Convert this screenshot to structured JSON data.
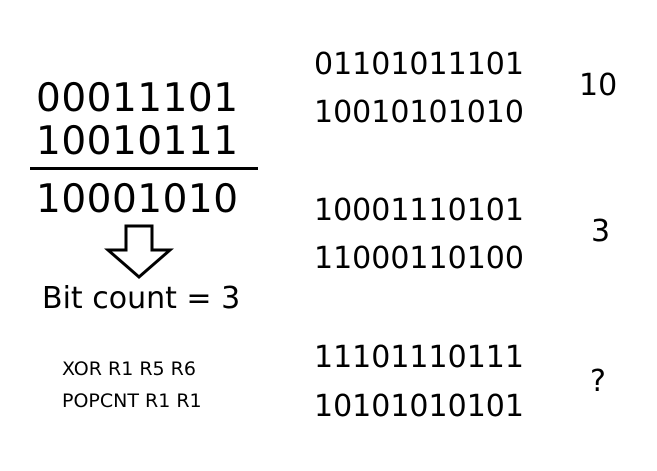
{
  "xor_example": {
    "operand_a": "00011101",
    "operand_b": "10010111",
    "result": "10001010",
    "bit_count_label": "Bit count = 3"
  },
  "instructions": [
    "XOR R1 R5 R6",
    "POPCNT R1 R1"
  ],
  "pairs": [
    {
      "a": "01101011101",
      "b": "10010101010",
      "distance": "10"
    },
    {
      "a": "10001110101",
      "b": "11000110100",
      "distance": "3"
    },
    {
      "a": "11101110111",
      "b": "10101010101",
      "distance": "?"
    }
  ]
}
